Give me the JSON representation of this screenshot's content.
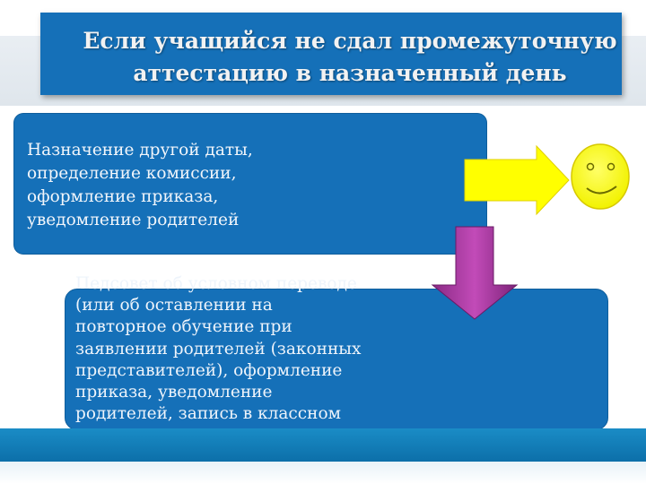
{
  "title": "Если учащийся не сдал промежуточную\nаттестацию в назначенный день",
  "box1": {
    "text": "Назначение другой даты,\nопределение комиссии,\nоформление приказа,\nуведомление родителей"
  },
  "box2": {
    "text": "Педсовет об условном переводе\n(или об оставлении на\nповторное обучение при\nзаявлении родителей (законных\nпредставителей), оформление\nприказа, уведомление\nродителей, запись в классном\nжурнале, личном деле"
  },
  "colors": {
    "box": "#1570b8",
    "yellow_arrow": "#ffff00",
    "purple_arrow": "#a8329e",
    "smiley": "#ffff33"
  },
  "icons": {
    "arrow_right": "yellow-right-arrow",
    "arrow_down": "purple-down-arrow",
    "smiley": "smiley-face"
  }
}
